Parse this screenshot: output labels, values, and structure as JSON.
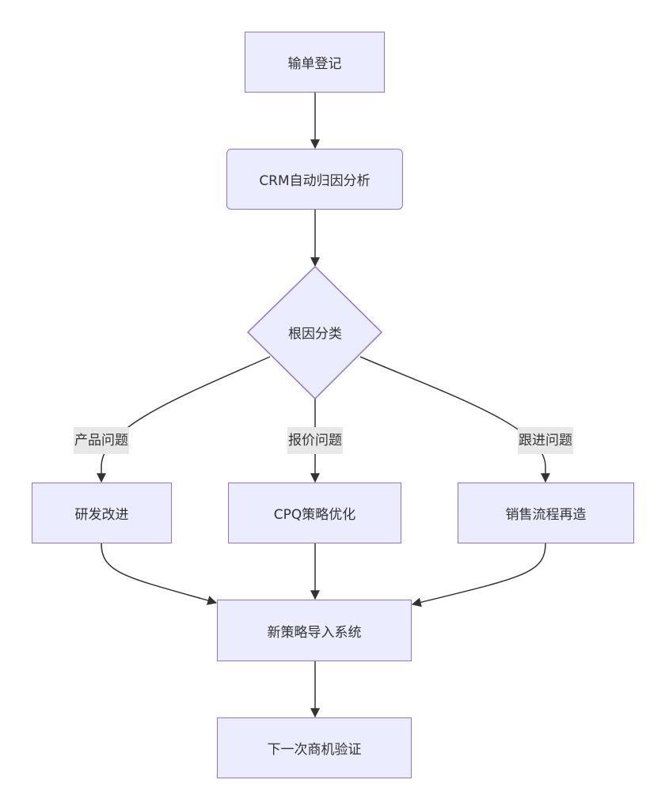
{
  "diagram": {
    "type": "flowchart",
    "direction": "top-down",
    "colors": {
      "node_fill": "#ECECFF",
      "node_border": "#9370DB",
      "text": "#333333",
      "edge": "#333333",
      "label_bg": "#E8E8E8"
    },
    "nodes": {
      "register": {
        "label": "输单登记",
        "shape": "rect"
      },
      "crm": {
        "label": "CRM自动归因分析",
        "shape": "rounded-rect"
      },
      "classify": {
        "label": "根因分类",
        "shape": "diamond"
      },
      "rnd": {
        "label": "研发改进",
        "shape": "rect"
      },
      "cpq": {
        "label": "CPQ策略优化",
        "shape": "rect"
      },
      "sales": {
        "label": "销售流程再造",
        "shape": "rect"
      },
      "import": {
        "label": "新策略导入系统",
        "shape": "rect"
      },
      "verify": {
        "label": "下一次商机验证",
        "shape": "rect"
      }
    },
    "edges": [
      {
        "from": "register",
        "to": "crm",
        "label": ""
      },
      {
        "from": "crm",
        "to": "classify",
        "label": ""
      },
      {
        "from": "classify",
        "to": "rnd",
        "label": "产品问题"
      },
      {
        "from": "classify",
        "to": "cpq",
        "label": "报价问题"
      },
      {
        "from": "classify",
        "to": "sales",
        "label": "跟进问题"
      },
      {
        "from": "rnd",
        "to": "import",
        "label": ""
      },
      {
        "from": "cpq",
        "to": "import",
        "label": ""
      },
      {
        "from": "sales",
        "to": "import",
        "label": ""
      },
      {
        "from": "import",
        "to": "verify",
        "label": ""
      }
    ]
  }
}
